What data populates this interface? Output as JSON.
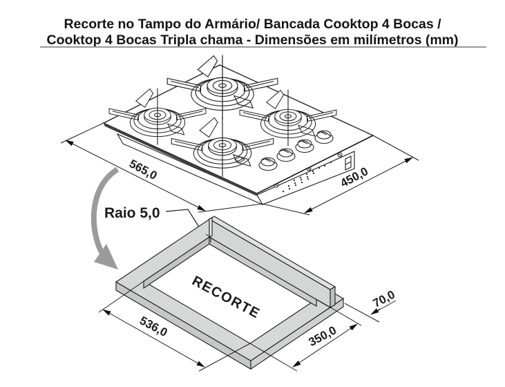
{
  "title": {
    "line1": "Recorte no Tampo do Armário/ Bancada Cooktop 4 Bocas /",
    "line2": "Cooktop 4 Bocas Tripla chama - Dimensões em milímetros (mm)"
  },
  "cooktop": {
    "width_mm": "565,0",
    "depth_mm": "450,0"
  },
  "cutout": {
    "width_mm": "536,0",
    "depth_mm": "350,0",
    "border_mm": "70,0",
    "corner_radius_label": "Raio 5,0",
    "area_label": "RECORTE"
  },
  "units": "milímetros (mm)",
  "colors": {
    "line": "#1a1a1a",
    "slab_gray": "#d6d8d7",
    "slab_edge_gray": "#c6c8c7",
    "arrow_gray": "#9b9b9b",
    "underline_gray": "#989898"
  }
}
